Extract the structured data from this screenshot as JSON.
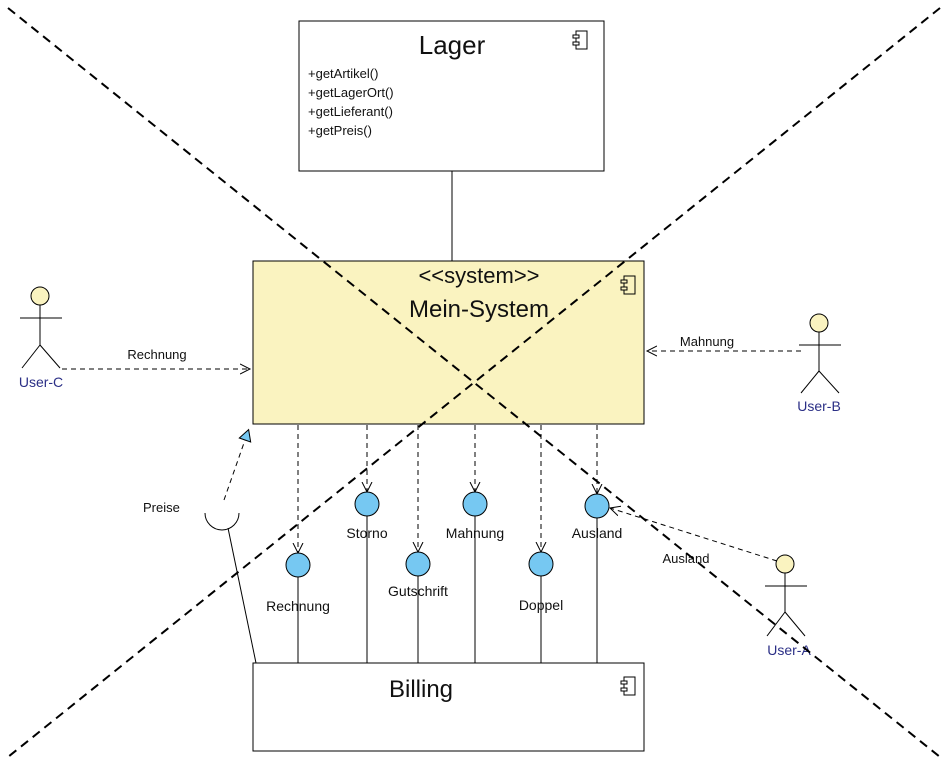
{
  "components": {
    "lager": {
      "title": "Lager",
      "methods": [
        "+getArtikel()",
        "+getLagerOrt()",
        "+getLieferant()",
        "+getPreis()"
      ]
    },
    "system": {
      "stereotype": "<<system>>",
      "title": "Mein-System"
    },
    "billing": {
      "title": "Billing"
    }
  },
  "actors": {
    "user_c": "User-C",
    "user_b": "User-B",
    "user_a": "User-A"
  },
  "connector_labels": {
    "user_c_to_system": "Rechnung",
    "user_b_to_system": "Mahnung",
    "user_a_to_ausland": "Ausland",
    "preise_socket": "Preise"
  },
  "interfaces": {
    "rechnung": "Rechnung",
    "storno": "Storno",
    "gutschrift": "Gutschrift",
    "mahnung": "Mahnung",
    "doppel": "Doppel",
    "ausland": "Ausland"
  },
  "colors": {
    "system_fill": "#faf3c0",
    "interface_fill": "#76c8f2",
    "actor_head_fill": "#faf3c0",
    "actor_label": "#2b2f86"
  }
}
